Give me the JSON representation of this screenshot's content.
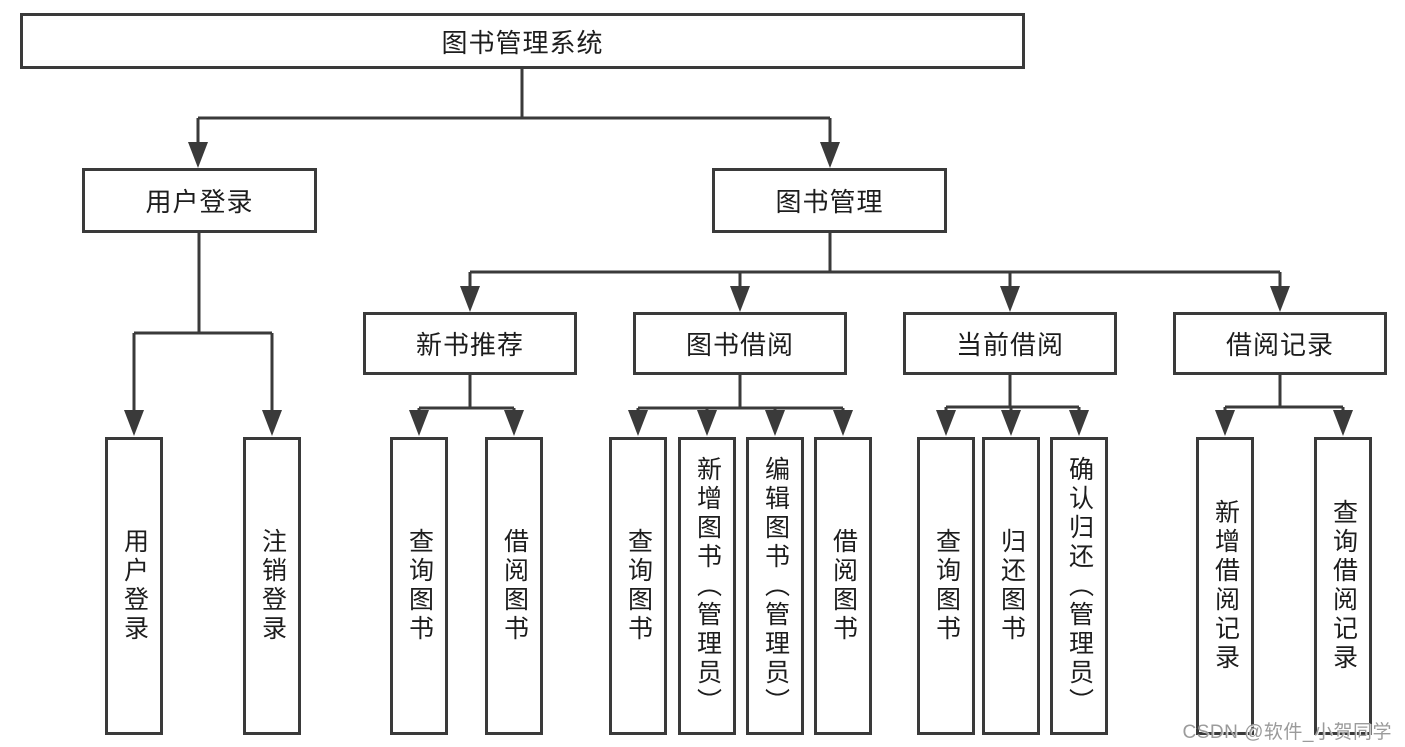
{
  "diagram": {
    "title": "图书管理系统",
    "level2": [
      {
        "label": "用户登录"
      },
      {
        "label": "图书管理"
      }
    ],
    "level3": [
      {
        "label": "新书推荐"
      },
      {
        "label": "图书借阅"
      },
      {
        "label": "当前借阅"
      },
      {
        "label": "借阅记录"
      }
    ],
    "leaf_groups": [
      {
        "parent": "用户登录",
        "items": [
          "用户登录",
          "注销登录"
        ]
      },
      {
        "parent": "新书推荐",
        "items": [
          "查询图书",
          "借阅图书"
        ]
      },
      {
        "parent": "图书借阅",
        "items": [
          "查询图书",
          "新增图书（管理员）",
          "编辑图书（管理员）",
          "借阅图书"
        ]
      },
      {
        "parent": "当前借阅",
        "items": [
          "查询图书",
          "归还图书",
          "确认归还（管理员）"
        ]
      },
      {
        "parent": "借阅记录",
        "items": [
          "新增借阅记录",
          "查询借阅记录"
        ]
      }
    ]
  },
  "watermark": "CSDN @软件_小贺同学",
  "colors": {
    "line": "#3a3a3a",
    "text": "#1d1d1d",
    "watermark": "#9b9b9b",
    "background": "#ffffff"
  }
}
